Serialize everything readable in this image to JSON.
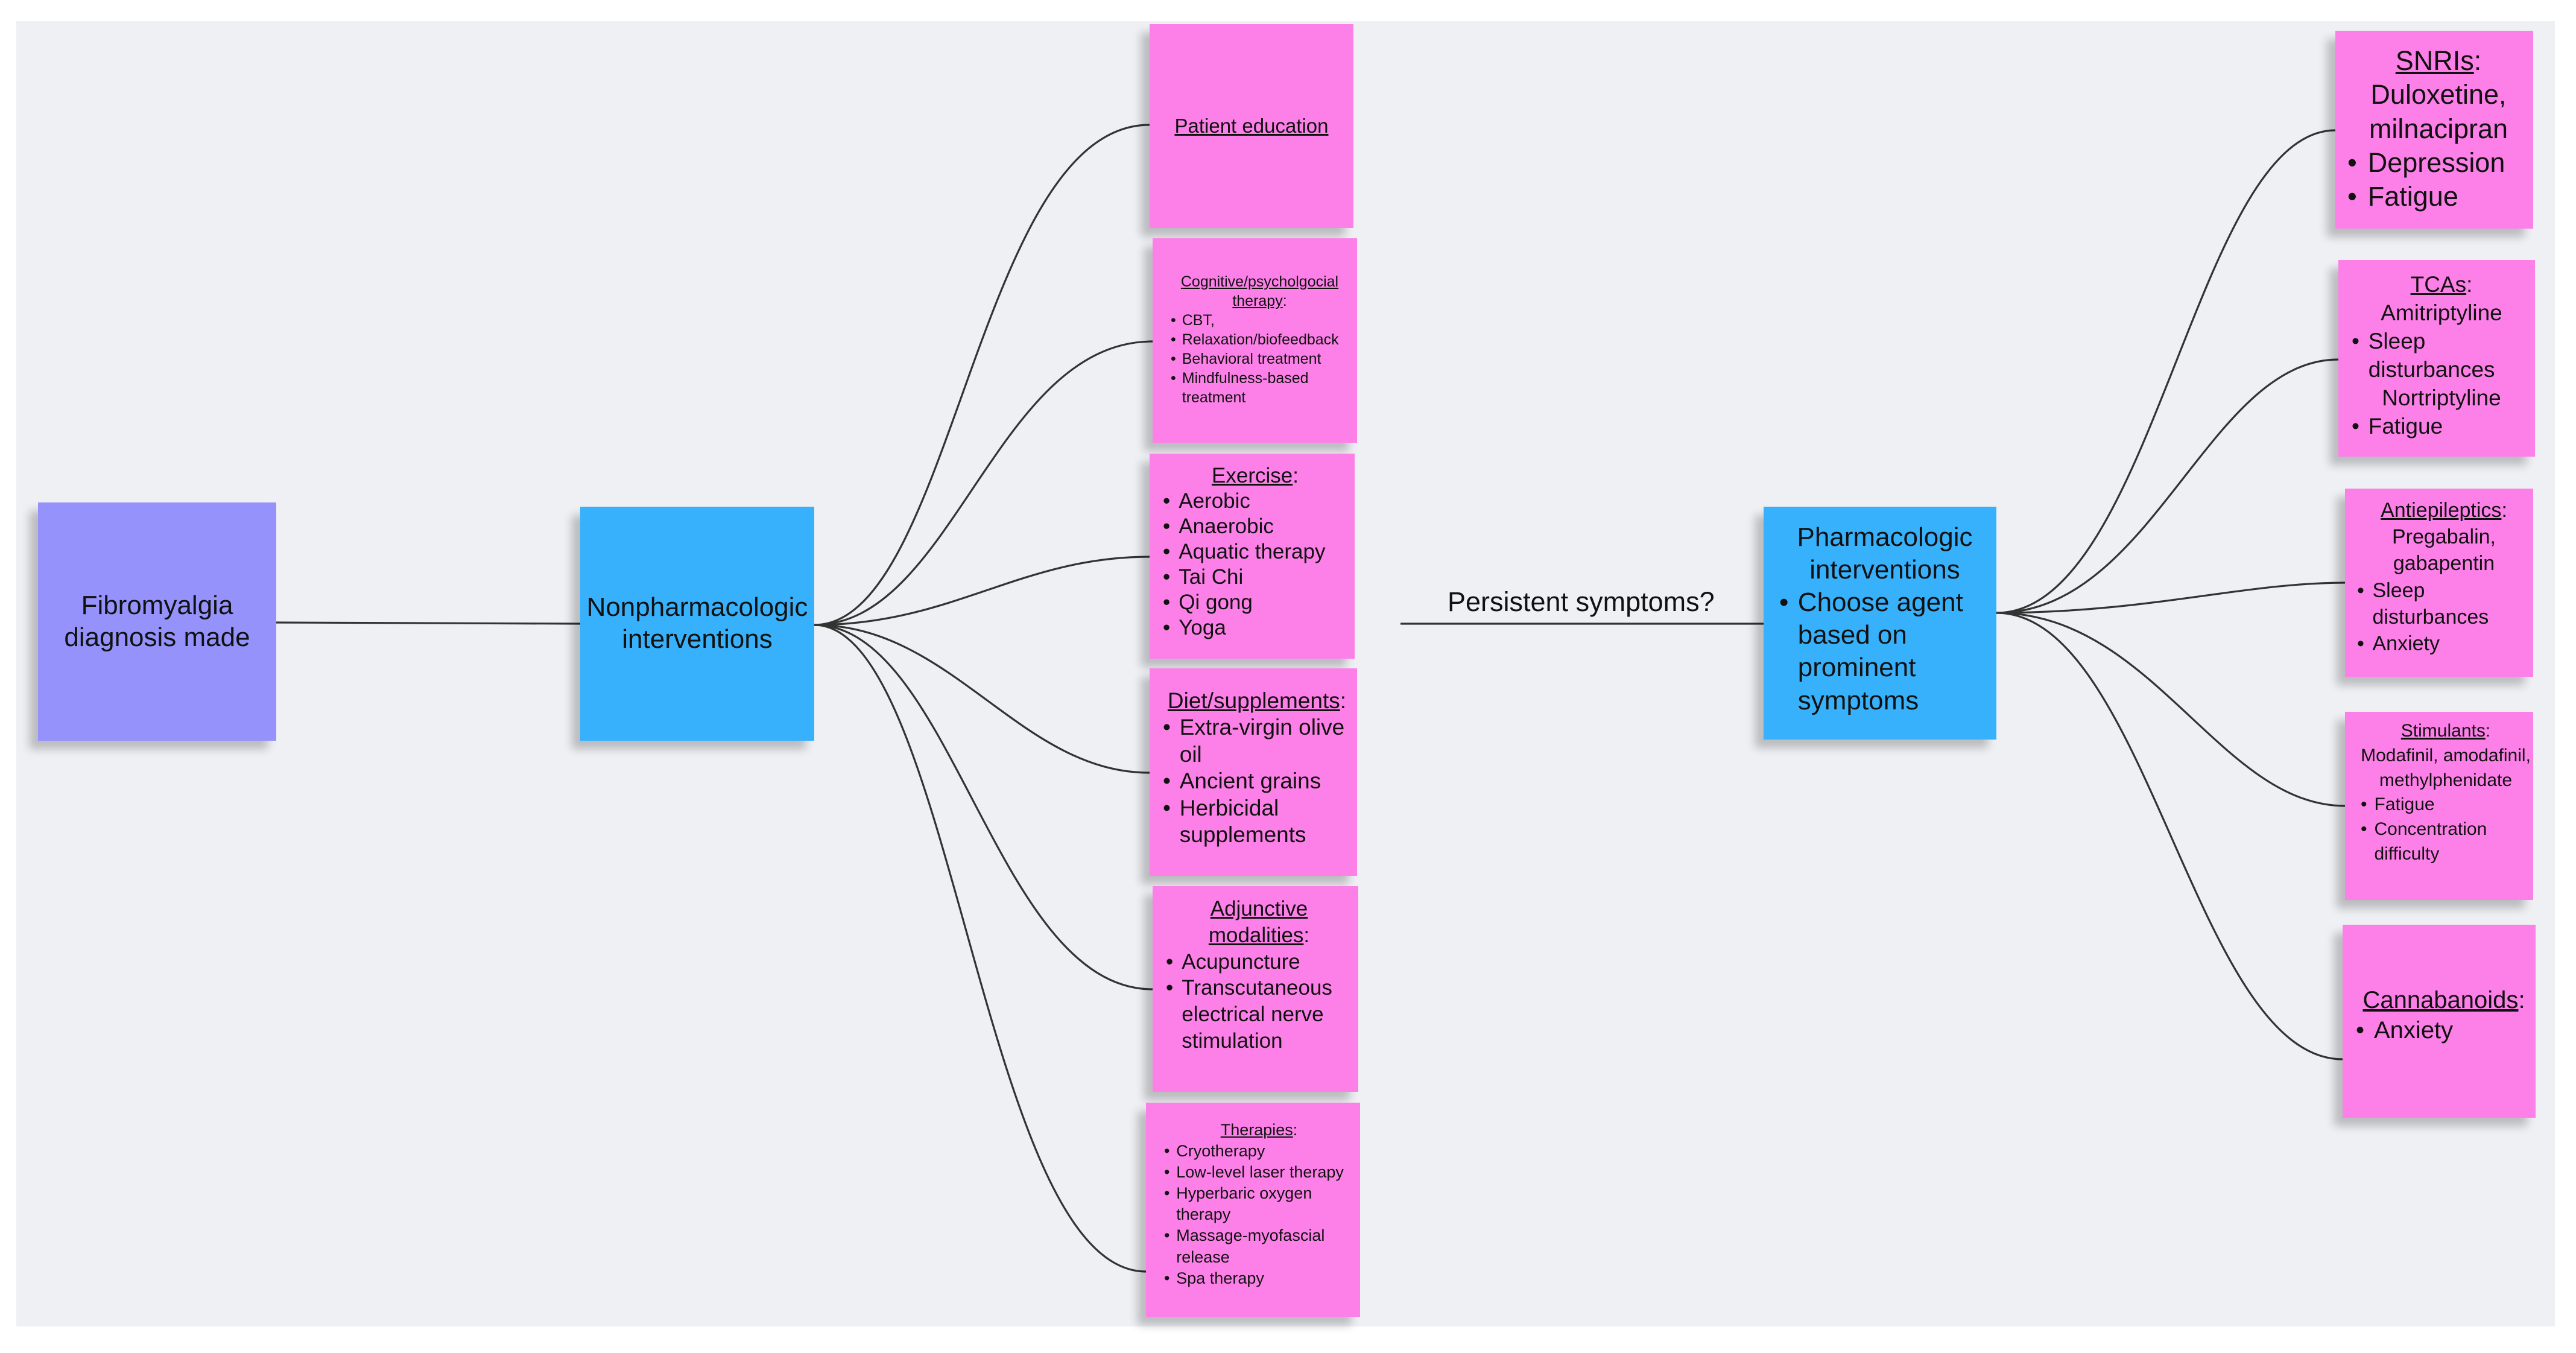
{
  "fibro": {
    "text": "Fibromyalgia diagnosis made"
  },
  "nonpharm": {
    "text": "Nonpharmacologic interventions"
  },
  "education": {
    "header": "Patient education"
  },
  "cognitive": {
    "header": "Cognitive/psycholgocial therapy",
    "suffix": ":",
    "items": [
      "CBT,",
      "Relaxation/biofeedback",
      "Behavioral treatment",
      "Mindfulness-based treatment"
    ]
  },
  "exercise": {
    "header": "Exercise",
    "suffix": ":",
    "items": [
      "Aerobic",
      "Anaerobic",
      "Aquatic therapy",
      "Tai Chi",
      "Qi gong",
      "Yoga"
    ]
  },
  "diet": {
    "header": "Diet/supplements",
    "suffix": ":",
    "items": [
      "Extra-virgin olive oil",
      "Ancient grains",
      "Herbicidal supplements"
    ]
  },
  "adjunctive": {
    "header": "Adjunctive modalities",
    "suffix": ":",
    "items": [
      "Acupuncture",
      "Transcutaneous electrical nerve stimulation"
    ]
  },
  "therapies": {
    "header": "Therapies",
    "suffix": ":",
    "items": [
      "Cryotherapy",
      "Low-level laser therapy",
      "Hyperbaric oxygen therapy",
      "Massage-myofascial release",
      "Spa therapy"
    ]
  },
  "persistent": {
    "label": "Persistent symptoms?"
  },
  "pharm": {
    "title": "Pharmacologic interventions",
    "items": [
      "Choose agent based on prominent symptoms"
    ]
  },
  "snri": {
    "header": "SNRIs",
    "suffix": ":",
    "drugs": "Duloxetine, milnacipran",
    "items": [
      "Depression",
      "Fatigue"
    ]
  },
  "tca": {
    "header": "TCAs",
    "suffix": ":",
    "drug1": "Amitriptyline",
    "items1": [
      "Sleep disturbances"
    ],
    "drug2": "Nortriptyline",
    "items2": [
      "Fatigue"
    ]
  },
  "antiepileptic": {
    "header": "Antiepileptics",
    "suffix": ":",
    "drugs": "Pregabalin, gabapentin",
    "items": [
      "Sleep disturbances",
      "Anxiety"
    ]
  },
  "stimulant": {
    "header": "Stimulants",
    "suffix": ":",
    "drugs": "Modafinil, amodafinil, methylphenidate",
    "items": [
      "Fatigue",
      "Concentration difficulty"
    ]
  },
  "cannabanoid": {
    "header": "Cannabanoids",
    "suffix": ":",
    "items": [
      "Anxiety"
    ]
  },
  "colors": {
    "pink": "#fd80e8",
    "purple": "#9592fc",
    "blue": "#37b1fc",
    "board": "#eff0f4",
    "line": "#333333"
  }
}
